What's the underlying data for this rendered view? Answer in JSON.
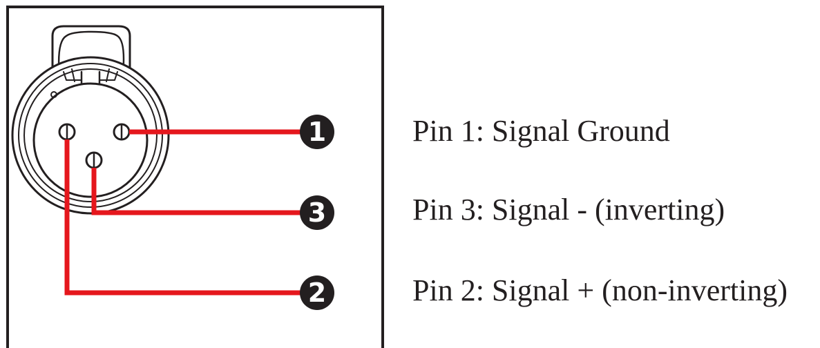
{
  "pins": [
    {
      "badge": "1",
      "label": "Pin 1: Signal Ground"
    },
    {
      "badge": "3",
      "label": "Pin 3: Signal - (inverting)"
    },
    {
      "badge": "2",
      "label": "Pin 2: Signal + (non-inverting)"
    }
  ],
  "colors": {
    "wire": "#e5171d",
    "ink": "#231f20",
    "badge_fill": "#231f20",
    "badge_text": "#ffffff"
  }
}
